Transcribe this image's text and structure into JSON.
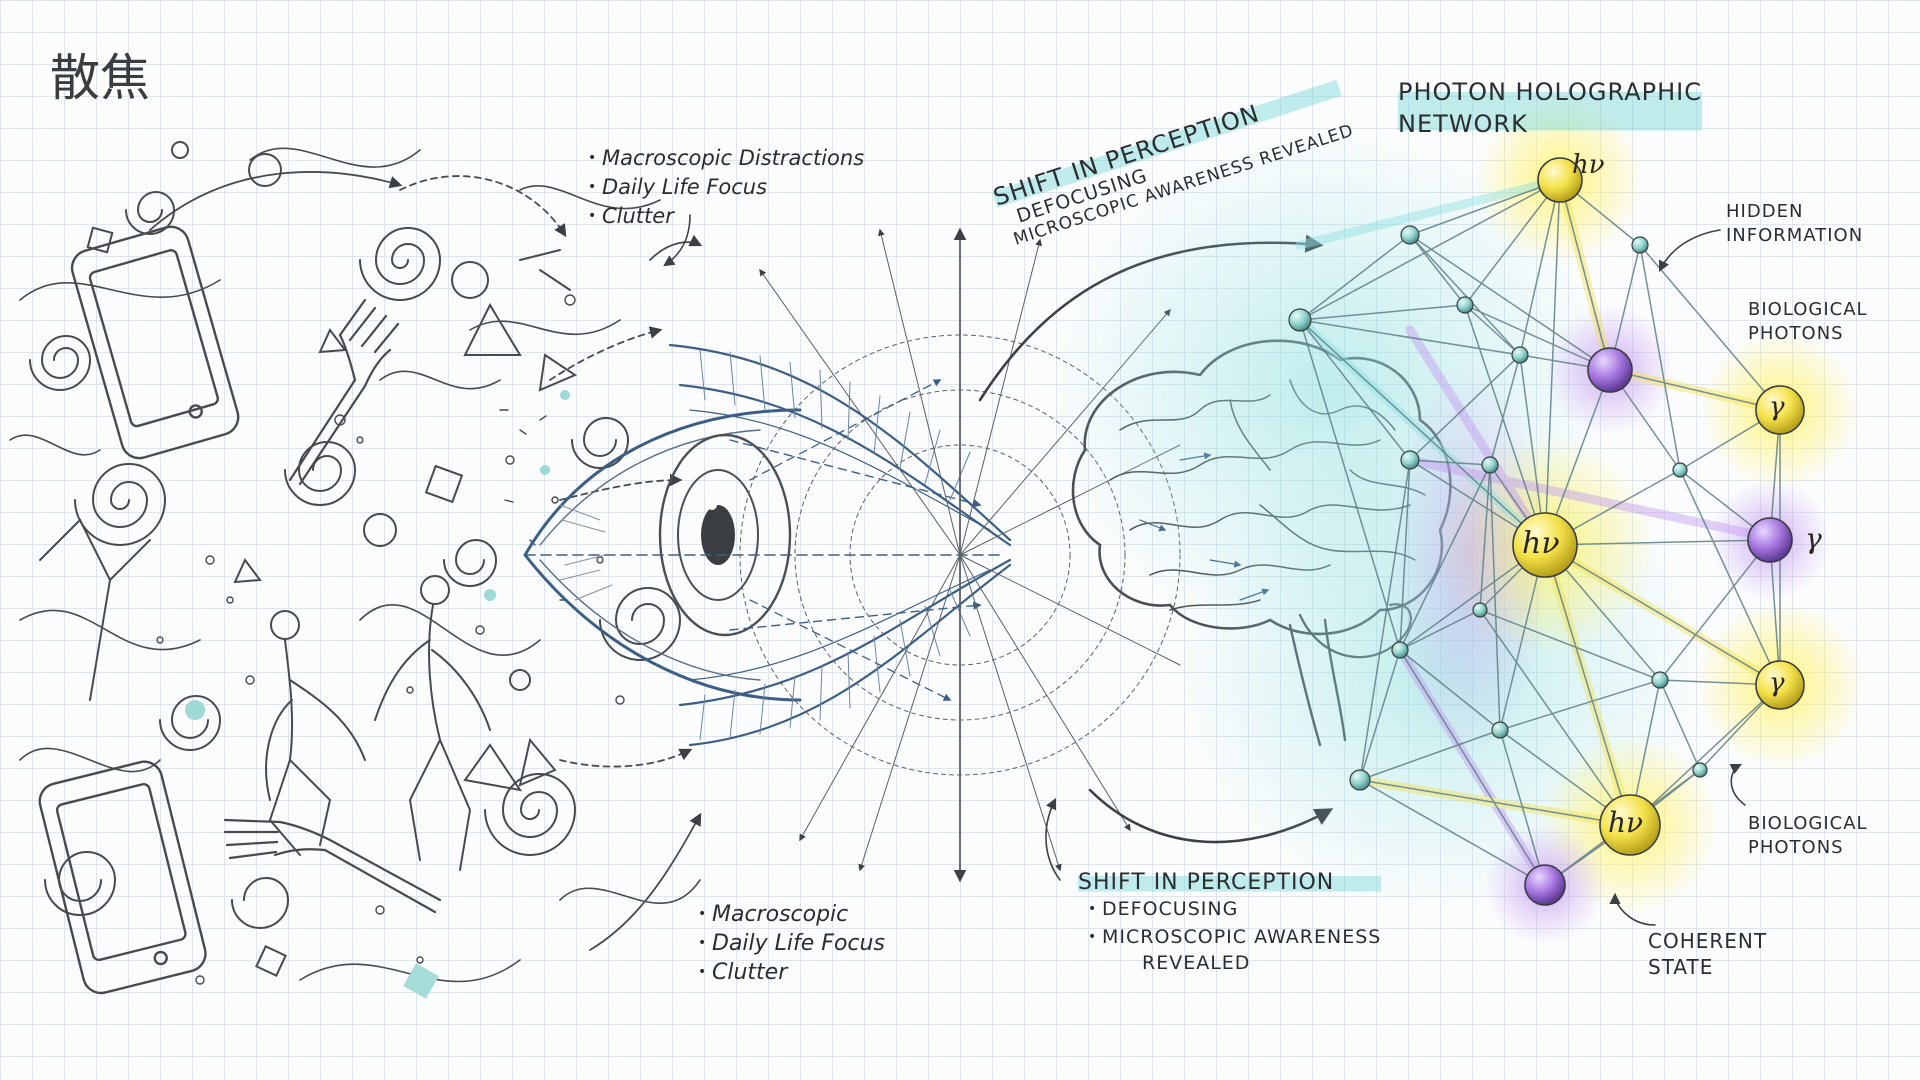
{
  "title": "散焦",
  "top_list": [
    "Macroscopic Distractions",
    "Daily Life Focus",
    "Clutter"
  ],
  "bottom_list": [
    "Macroscopic",
    "Daily Life Focus",
    "Clutter"
  ],
  "shift_top": {
    "heading": "SHIFT IN PERCEPTION",
    "line1": "DEFOCUSING",
    "line2": "MICROSCOPIC AWARENESS REVEALED"
  },
  "shift_bottom": {
    "heading": "SHIFT IN PERCEPTION",
    "items": [
      "DEFOCUSING",
      "MICROSCOPIC AWARENESS"
    ],
    "cont": "REVEALED"
  },
  "network": {
    "title_line1": "PHOTON HOLOGRAPHIC",
    "title_line2": "NETWORK",
    "hidden_line1": "HIDDEN",
    "hidden_line2": "INFORMATION",
    "bio_top_line1": "BIOLOGICAL",
    "bio_top_line2": "PHOTONS",
    "bio_bottom_line1": "BIOLOGICAL",
    "bio_bottom_line2": "PHOTONS",
    "coherent_line1": "COHERENT",
    "coherent_line2": "STATE",
    "symbols": {
      "hv_top": "hν",
      "hv_center": "hν",
      "hv_bottom": "hν",
      "gamma_upper": "γ",
      "gamma_right": "γ",
      "gamma_lower": "γ"
    }
  },
  "colors": {
    "pencil": "#3c4045",
    "eye_blue": "#3d5f86",
    "cyan": "#7fd3d6",
    "yellow": "#f2e35a",
    "purple": "#a777e0",
    "teal_node": "#8ccfc9"
  }
}
